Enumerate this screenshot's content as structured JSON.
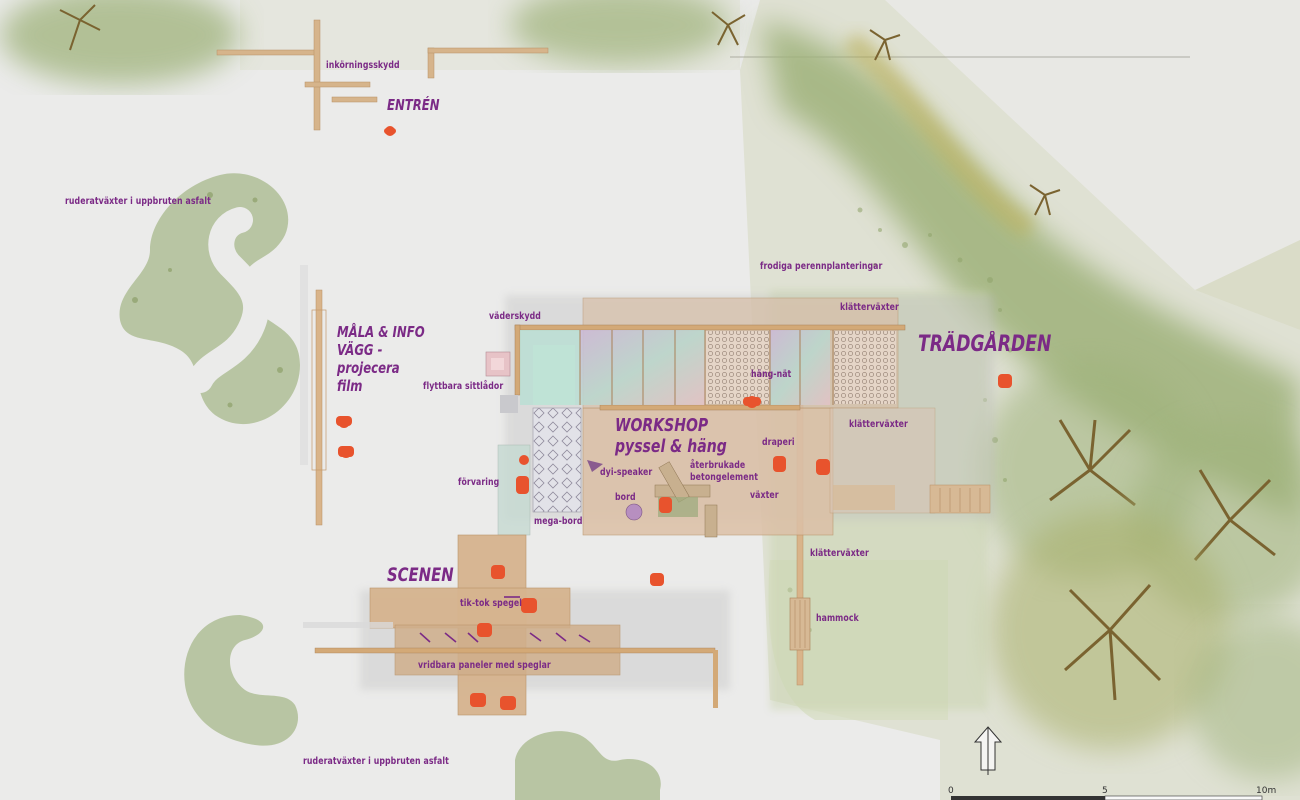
{
  "labels": {
    "inkorningsskydd": "inkörningsskydd",
    "entren": "ENTRÉN",
    "ruderat_top": "ruderatväxter i uppbruten asfalt",
    "ruderat_bottom": "ruderatväxter i uppbruten asfalt",
    "mala_info_line1": "MÅLA & INFO",
    "mala_info_line2": "VÄGG -",
    "mala_info_line3": "projecera",
    "mala_info_line4": "film",
    "frodiga": "frodiga perennplanteringar",
    "vaderskydd": "väderskydd",
    "klattervaxter_1": "klätterväxter",
    "klattervaxter_2": "klätterväxter",
    "klattervaxter_3": "klätterväxter",
    "tradgarden": "TRÄDGÅRDEN",
    "flyttbara": "flyttbara sittlådor",
    "hang_nat": "häng-nät",
    "workshop_line1": "WORKSHOP",
    "workshop_line2": "pyssel & häng",
    "draperi": "draperi",
    "dyi_speaker": "dyi-speaker",
    "aterbrukade_line1": "återbrukade",
    "aterbrukade_line2": "betongelement",
    "forvaring": "förvaring",
    "bord": "bord",
    "vaxter": "växter",
    "mega_bord": "mega-bord",
    "scenen": "SCENEN",
    "tik_tok": "tik-tok spegel",
    "hammock": "hammock",
    "vridbara": "vridbara paneler med speglar"
  },
  "scale_bar": {
    "ticks": [
      "0",
      "5",
      "10m"
    ]
  },
  "colors": {
    "label": "#7b2a86",
    "figure": "#e8532d",
    "wood": "#d9b48a",
    "greenery": "#9fb27a",
    "background": "#ebebea"
  },
  "icons": [
    "north-arrow-icon",
    "person-figure-icon",
    "tree-canopy-icon"
  ]
}
